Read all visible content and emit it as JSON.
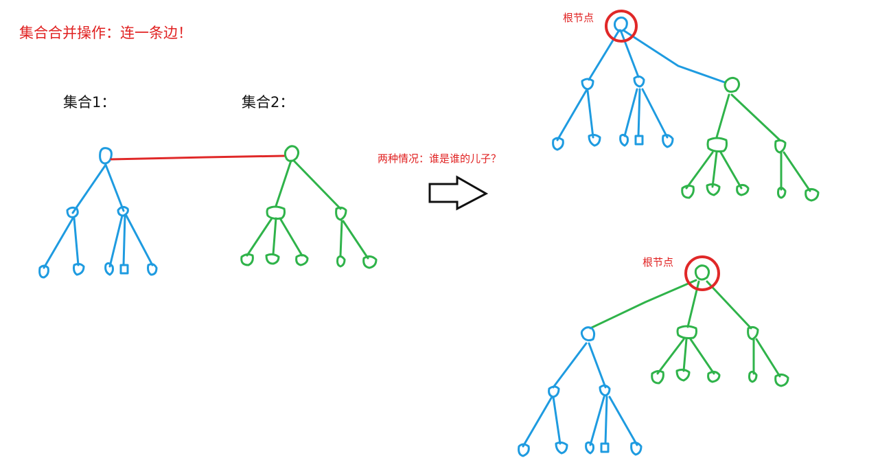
{
  "texts": {
    "title": "集合合并操作：连一条边！",
    "set1": "集合1：",
    "set2": "集合2：",
    "question": "两种情况：谁是谁的儿子？",
    "root_top": "根节点",
    "root_bottom": "根节点"
  },
  "colors": {
    "set1": "#1e9be0",
    "set2": "#2fb34a",
    "highlight": "#e02828",
    "text_red": "#e02020"
  }
}
